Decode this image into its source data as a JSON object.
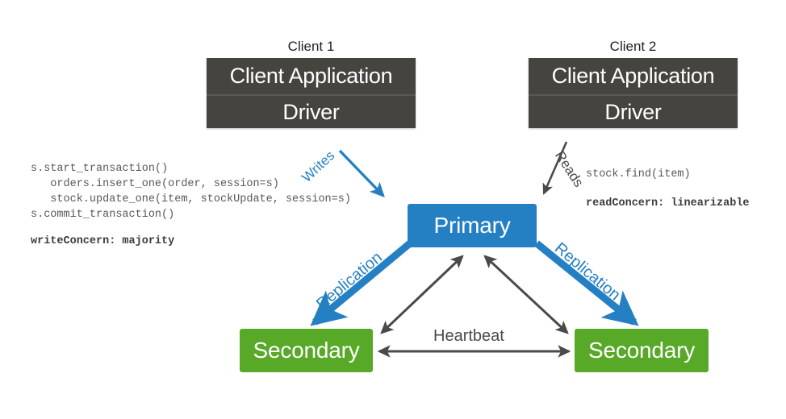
{
  "diagram": {
    "title": "MongoDB replica set transaction diagram",
    "colors": {
      "client_box": "#46443f",
      "primary": "#2580c3",
      "secondary": "#58a927",
      "replication_arrow": "#2580c3",
      "heartbeat_arrow": "#4a4a4a",
      "writes_arrow": "#2580c3",
      "reads_arrow": "#4a4a4a",
      "background": "#ffffff"
    },
    "clients": [
      {
        "title": "Client 1",
        "application_label": "Client Application",
        "driver_label": "Driver"
      },
      {
        "title": "Client 2",
        "application_label": "Client Application",
        "driver_label": "Driver"
      }
    ],
    "nodes": {
      "primary": "Primary",
      "secondary_left": "Secondary",
      "secondary_right": "Secondary"
    },
    "edge_labels": {
      "writes": "Writes",
      "reads": "Reads",
      "replication_left": "Replication",
      "replication_right": "Replication",
      "heartbeat": "Heartbeat"
    },
    "code": {
      "write_snippet": "s.start_transaction()\n   orders.insert_one(order, session=s)\n   stock.update_one(item, stockUpdate, session=s)\ns.commit_transaction()",
      "write_concern": "writeConcern: majority",
      "read_snippet": "stock.find(item)",
      "read_concern": "readConcern: linearizable"
    }
  }
}
